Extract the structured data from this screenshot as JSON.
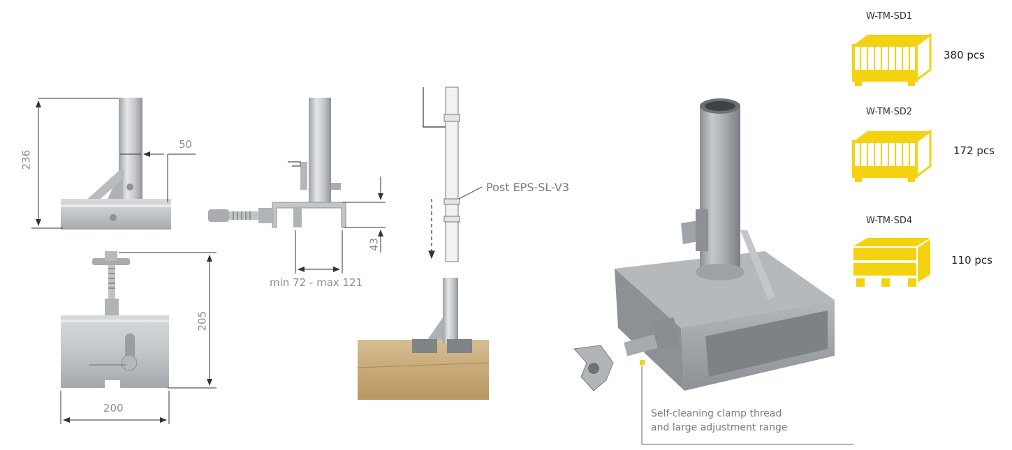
{
  "dimensions": {
    "height_236": "236",
    "width_50": "50",
    "height_205": "205",
    "width_200": "200",
    "height_43": "43",
    "range": "min 72 - max 121"
  },
  "post_label": "Post EPS-SL-V3",
  "callout": "Self-cleaning clamp thread\nand large adjustment range",
  "packaging": [
    {
      "code": "W-TM-SD1",
      "qty": "380 pcs",
      "icon": "mesh-box-pallet-icon"
    },
    {
      "code": "W-TM-SD2",
      "qty": "172 pcs",
      "icon": "mesh-box-pallet-icon"
    },
    {
      "code": "W-TM-SD4",
      "qty": "110 pcs",
      "icon": "wooden-crate-icon"
    }
  ],
  "colors": {
    "steel": "#b9bcbf",
    "steel_dark": "#8e9296",
    "packaging_yellow": "#f5d20f",
    "wood": "#c8a878",
    "dimension_line": "#333333"
  }
}
